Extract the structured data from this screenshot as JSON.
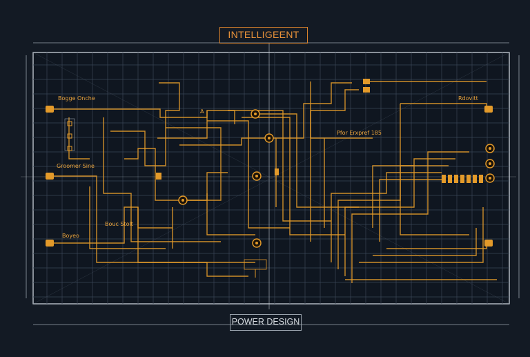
{
  "header": {
    "title": "INTELLIGEENT"
  },
  "footer": {
    "caption": "POWER DESIGN"
  },
  "labels": {
    "top_left": "Bogge Onche",
    "mid_left": "Groomer Sine",
    "low_left": "Boyeo",
    "left_block": "Bouc Stolt",
    "center_top": "A",
    "center_mid": "Pfor Erxpref 185",
    "top_right": "Rdovitt"
  },
  "colors": {
    "background": "#131a24",
    "grid": "#3a4656",
    "frame": "#c9d1da",
    "trace": "#e39a2a",
    "accent": "#d9822b"
  }
}
